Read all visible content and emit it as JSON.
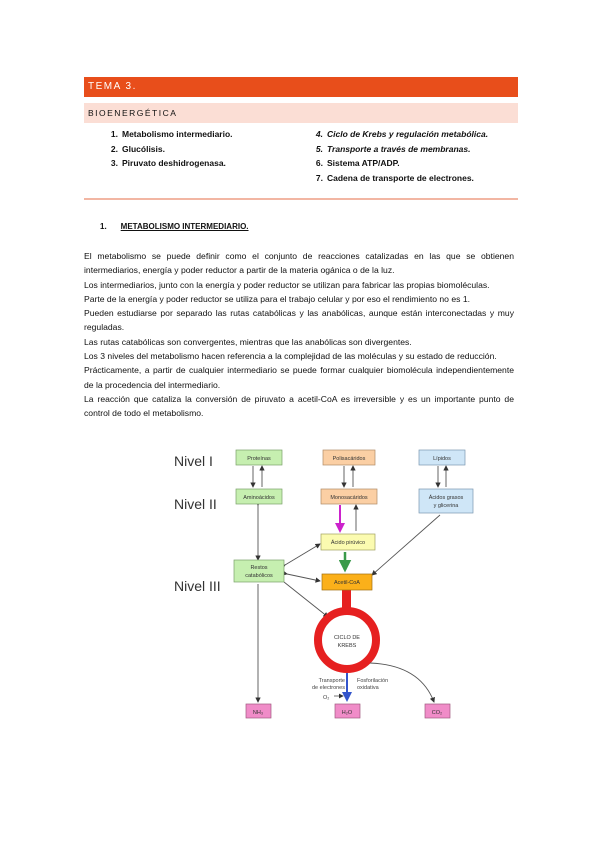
{
  "header": {
    "topic": "TEMA 3.",
    "subtopic": "BIOENERGÉTICA"
  },
  "toc": {
    "left": [
      {
        "num": "1.",
        "label": "Metabolismo intermediario."
      },
      {
        "num": "2.",
        "label": "Glucólisis."
      },
      {
        "num": "3.",
        "label": "Piruvato deshidrogenasa."
      }
    ],
    "right": [
      {
        "num": "4.",
        "label": "Ciclo de Krebs y regulación metabólica."
      },
      {
        "num": "5.",
        "label": "Transporte a través de membranas."
      },
      {
        "num": "6.",
        "label": "Sistema ATP/ADP."
      },
      {
        "num": "7.",
        "label": "Cadena de transporte de electrones."
      }
    ]
  },
  "section": {
    "num": "1.",
    "title": "METABOLISMO INTERMEDIARIO."
  },
  "paragraphs": [
    "El metabolismo se puede definir como el conjunto de reacciones catalizadas en las que se obtienen intermediarios, energía y poder reductor a partir de la materia ogánica o de la luz.",
    "Los intermediarios, junto con la energía y poder reductor se utilizan para fabricar las propias biomoléculas.",
    "Parte de la energía y poder reductor se utiliza para el trabajo celular y por eso el rendimiento no es 1.",
    "Pueden estudiarse por separado las rutas catabólicas y las anabólicas, aunque están interconectadas y muy reguladas.",
    "Las rutas catabólicas son convergentes, mientras que las anabólicas son divergentes.",
    "Los 3 niveles del metabolismo hacen referencia a la complejidad de las moléculas y su estado de reducción.",
    "Prácticamente, a partir de cualquier intermediario se puede formar cualquier biomolécula independientemente de la procedencia del intermediario.",
    " La reacción que cataliza la conversión de piruvato a acetil-CoA es irreversible y es un importante punto de control de todo el metabolismo."
  ],
  "diagram": {
    "levels": [
      "Nivel I",
      "Nivel II",
      "Nivel III"
    ],
    "boxes": {
      "proteinas": "Proteínas",
      "polisacaridos": "Polisacáridos",
      "lipidos": "Lípidos",
      "aminoacidos": "Aminoácidos",
      "monosacaridos": "Monosacáridos",
      "acidos_grasos_1": "Ácidos grasos",
      "acidos_grasos_2": "y glicerina",
      "acido_piruvico": "Ácido pirúvico",
      "restos_1": "Restos",
      "restos_2": "catabólicos",
      "acetil_coa": "Acetil-CoA",
      "krebs_1": "CICLO DE",
      "krebs_2": "KREBS",
      "nh3": "NH₃",
      "h2o": "H₂O",
      "co2": "CO₂"
    },
    "labels": {
      "transporte_1": "Transporte",
      "transporte_2": "de electrones",
      "fosforilacion_1": "Fosforilación",
      "fosforilacion_2": "oxidativa",
      "o2": "O₂"
    },
    "colors": {
      "green_box": "#c6efb0",
      "orange_box": "#fbcfa4",
      "blue_box": "#cfe6f7",
      "yellow_box": "#fbfbb0",
      "acetil_box": "#fbb01a",
      "product_box": "#f08cc8",
      "krebs_ring": "#e62020",
      "magenta_arrow": "#cc22cc",
      "green_arrow": "#3a9a4a",
      "blue_arrow": "#3355cc"
    }
  }
}
